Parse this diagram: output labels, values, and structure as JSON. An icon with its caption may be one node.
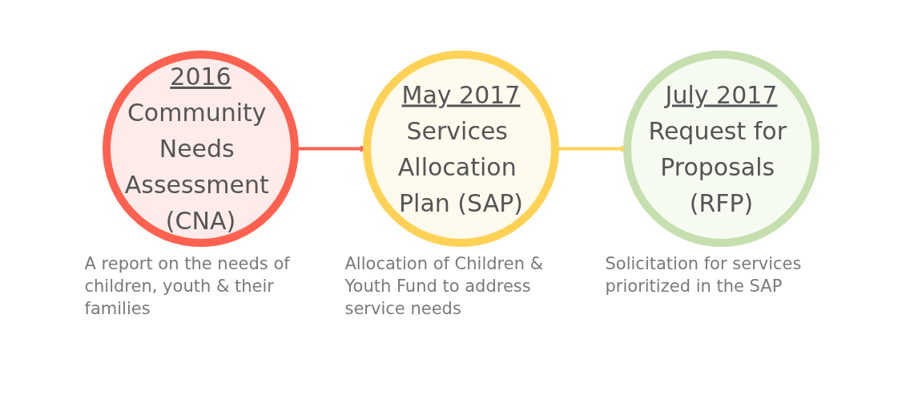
{
  "diagram": {
    "nodes": [
      {
        "text": [
          "2016",
          "Community Needs Assessment (CNA)"
        ],
        "beside": [
          "A report on the needs of children, youth & their families"
        ]
      },
      {
        "text": [
          "May 2017",
          "Services Allocation Plan (SAP)"
        ],
        "beside": [
          "Allocation of Children & Youth Fund to address service needs"
        ]
      },
      {
        "text": [
          "July 2017",
          "Request for Proposals (RFP)"
        ],
        "beside": [
          "Solicitation for services prioritized in the SAP"
        ]
      }
    ],
    "edges": [
      {
        "from": 0,
        "to": 1,
        "arrow": "to",
        "color": "#ff6150"
      },
      {
        "from": 1,
        "to": 2,
        "arrow": "to",
        "color": "#ffd256"
      }
    ]
  }
}
